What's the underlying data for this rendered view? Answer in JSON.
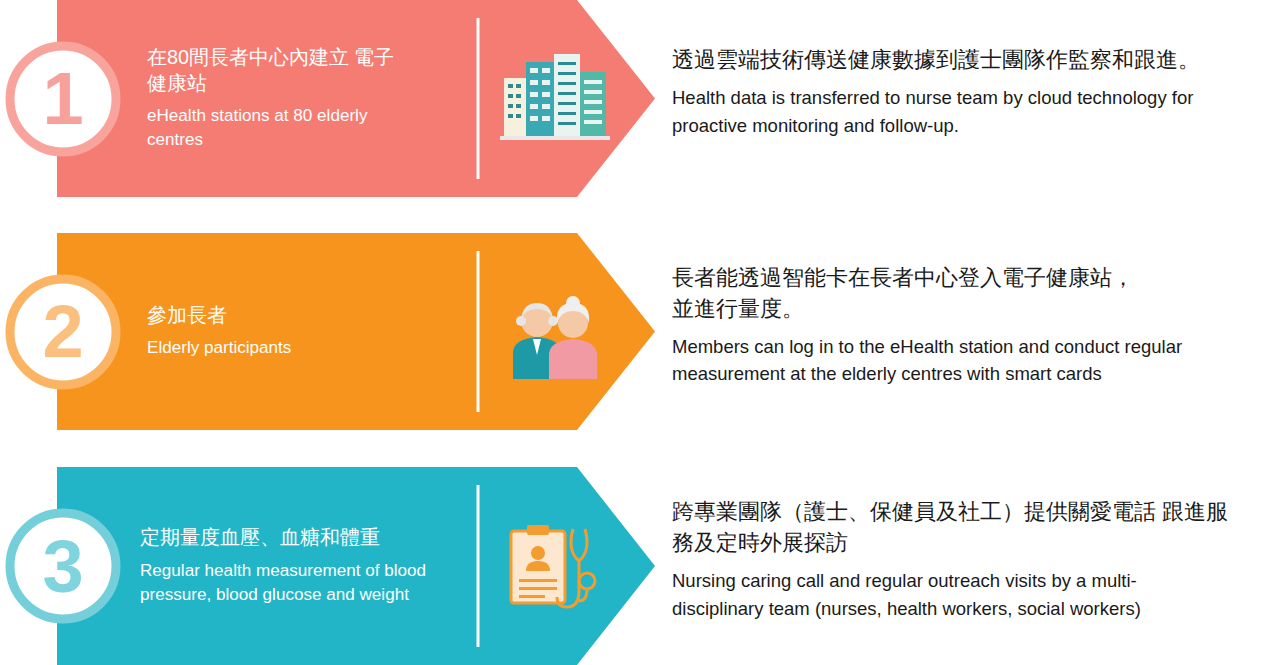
{
  "diagram": {
    "nodes": [
      {
        "text": [
          "1"
        ]
      },
      {
        "text": [
          "在80間長者中心內建立 電子健康站",
          "eHealth stations at 80 elderly centres"
        ]
      },
      {
        "text": [
          "2"
        ]
      },
      {
        "text": [
          "參加長者",
          "Elderly participants"
        ]
      },
      {
        "text": [
          "3"
        ]
      },
      {
        "text": [
          "定期量度血壓、血糖和體重",
          "Regular health measurement of blood pressure, blood glucose and weight"
        ]
      }
    ],
    "labels": [
      "透過雲端技術傳送健康數據到護士團隊作監察和跟進。",
      "Health data is transferred to nurse team by cloud technology for proactive monitoring and follow-up.",
      "長者能透過智能卡在長者中心登入電子健康站， 並進行量度。",
      "Members can log in to the eHealth station and conduct regular measurement at the elderly centres with smart cards",
      "跨專業團隊（護士、保健員及社工）提供關愛電話 跟進服務及定時外展探訪",
      "Nursing caring call and regular outreach visits by a multi-disciplinary team (nurses, health workers, social workers)"
    ]
  }
}
